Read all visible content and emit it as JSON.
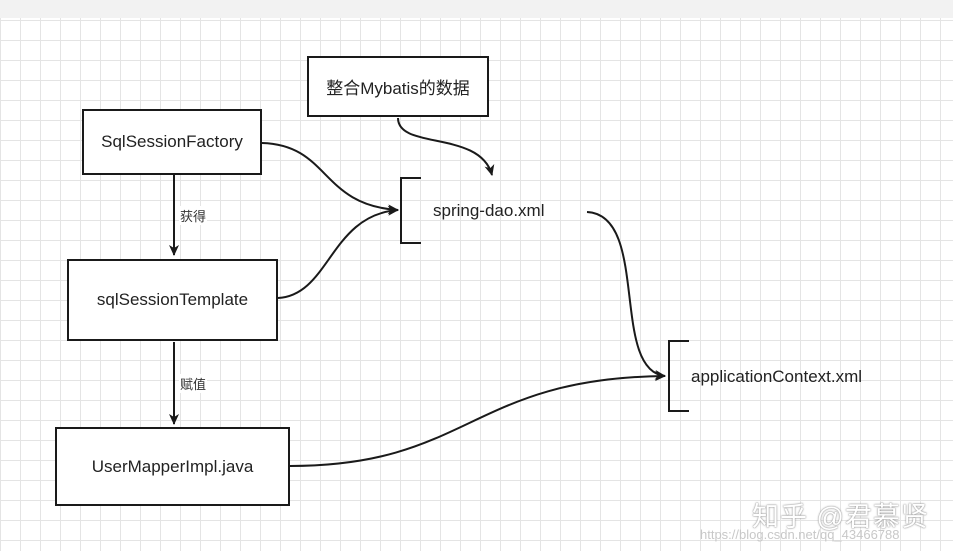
{
  "nodes": {
    "mybatis_data": "整合Mybatis的数据",
    "sql_session_factory": "SqlSessionFactory",
    "sql_session_template": "sqlSessionTemplate",
    "user_mapper_impl": "UserMapperImpl.java",
    "spring_dao_xml": "spring-dao.xml",
    "application_context_xml": "applicationContext.xml"
  },
  "edges": {
    "obtain_label": "获得",
    "assign_label": "赋值"
  },
  "watermark": {
    "brand": "知乎 @君慕贤",
    "url": "https://blog.csdn.net/qq_43466788"
  },
  "colors": {
    "stroke": "#1a1a1a",
    "grid": "#e4e4e4"
  }
}
